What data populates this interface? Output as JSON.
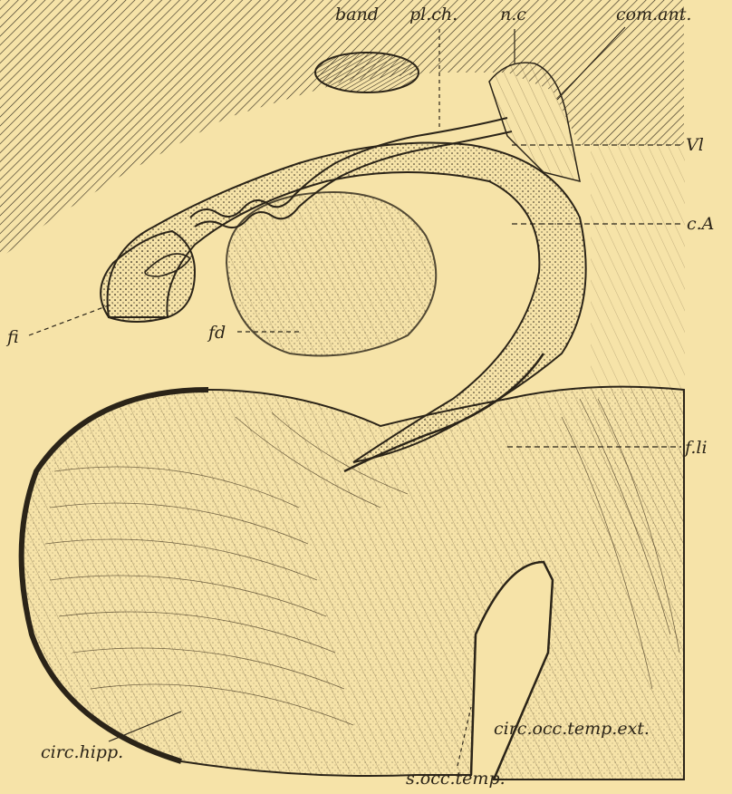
{
  "figure": {
    "labels": {
      "band": "band",
      "pl_ch": "pl.ch.",
      "n_c": "n.c",
      "com_ant": "com.ant.",
      "vl": "Vl",
      "c_a": "c.A",
      "fi": "fi",
      "fd": "fd",
      "f_li": "f.li",
      "circ_hipp": "circ.hipp.",
      "s_occ_temp": "s.occ.temp.",
      "circ_occ_temp_ext": "circ.occ.temp.ext."
    },
    "colors": {
      "paper": "#f6e3a8",
      "ink": "#2b2418",
      "hatch_fill": "#d9c48a"
    }
  }
}
